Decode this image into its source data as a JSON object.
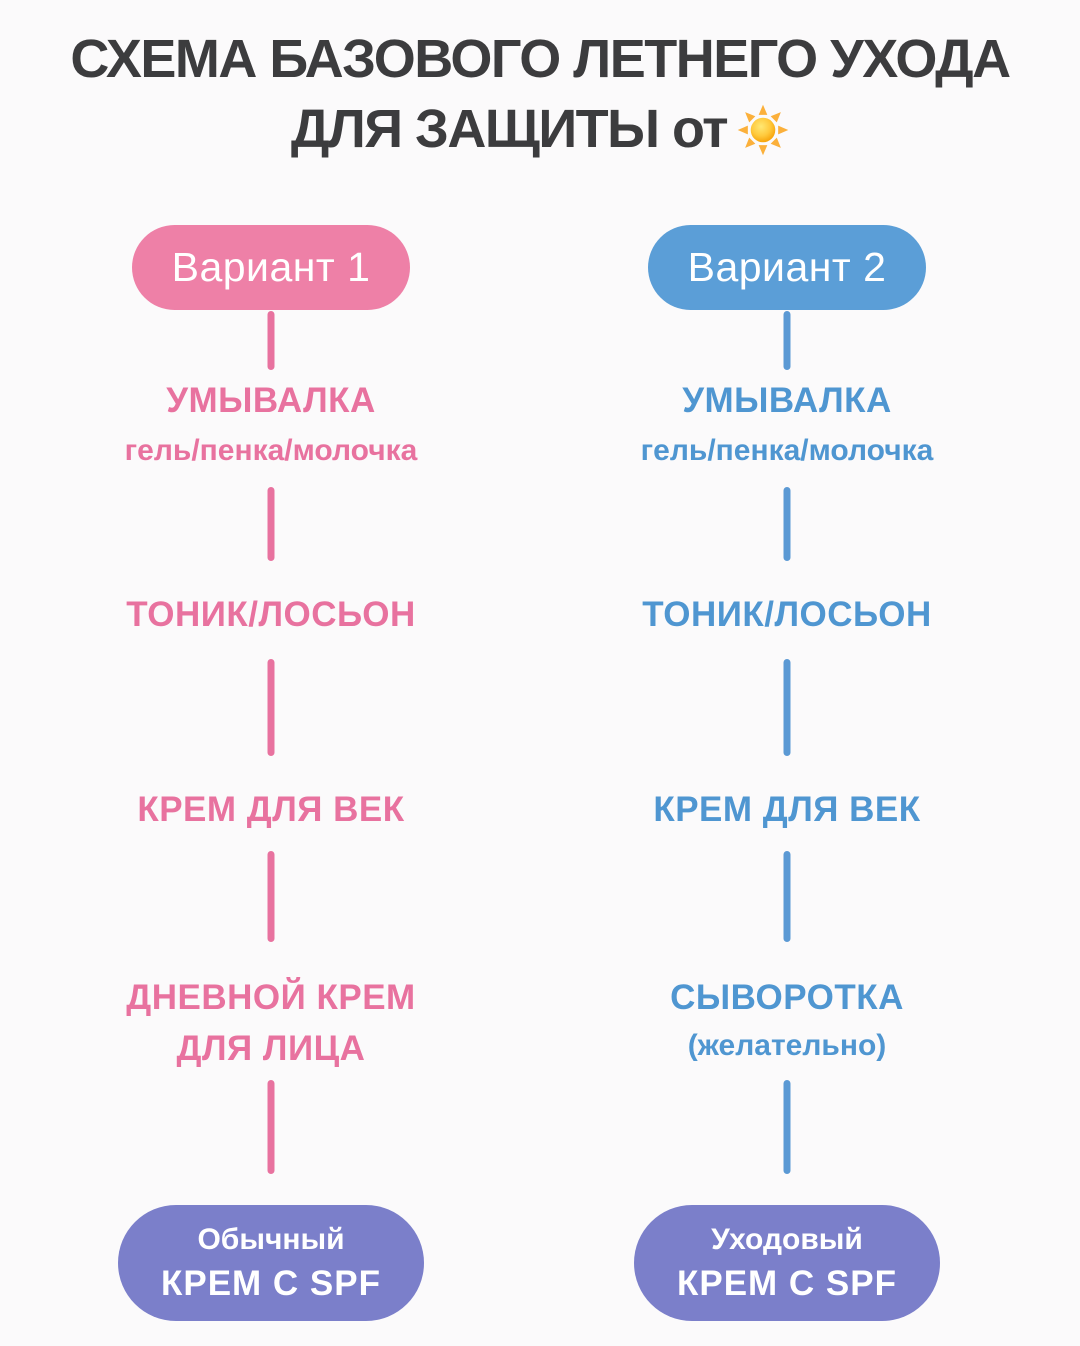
{
  "page": {
    "background": "#fbfafb"
  },
  "title": {
    "line1": "СХЕМА БАЗОВОГО ЛЕТНЕГО УХОДА",
    "line2": "ДЛЯ ЗАЩИТЫ от",
    "icon": "sun-icon"
  },
  "colors": {
    "title_text": "#3c3c3e",
    "pink_pill": "#ee80a7",
    "pink_text": "#e8729f",
    "blue_pill": "#5b9ed7",
    "blue_text": "#4f96d1",
    "purple_pill": "#7b7fca",
    "pill_text": "#ffffff"
  },
  "columns": [
    {
      "variant_label": "Вариант 1",
      "accent": "#ee80a7",
      "steps": [
        {
          "title": "УМЫВАЛКА",
          "subtitle": "гель/пенка/молочка"
        },
        {
          "title": "ТОНИК/ЛОСЬОН"
        },
        {
          "title": "КРЕМ ДЛЯ ВЕК"
        },
        {
          "title": "ДНЕВНОЙ КРЕМ",
          "subtitle": "ДЛЯ ЛИЦА"
        }
      ],
      "final": {
        "line1": "Обычный",
        "line2": "КРЕМ С SPF"
      }
    },
    {
      "variant_label": "Вариант 2",
      "accent": "#5b9ed7",
      "steps": [
        {
          "title": "УМЫВАЛКА",
          "subtitle": "гель/пенка/молочка"
        },
        {
          "title": "ТОНИК/ЛОСЬОН"
        },
        {
          "title": "КРЕМ ДЛЯ ВЕК"
        },
        {
          "title": "СЫВОРОТКА",
          "subtitle": "(желательно)"
        }
      ],
      "final": {
        "line1": "Уходовый",
        "line2": "КРЕМ С SPF"
      }
    }
  ]
}
